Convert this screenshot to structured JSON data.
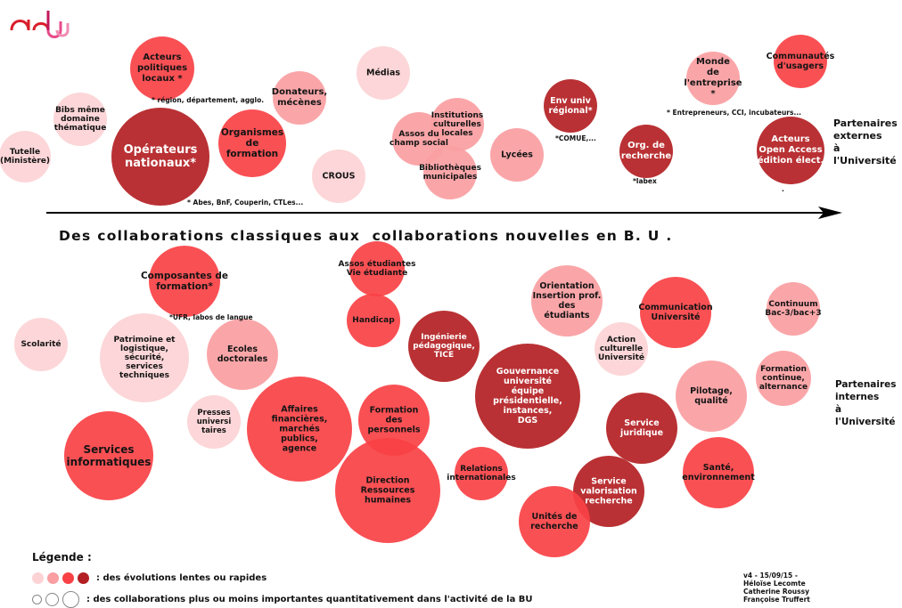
{
  "title": "Des collaborations classiques aux  collaborations nouvelles en B. U .",
  "external_label": "Partenaires\nexternes\nà l'Université",
  "internal_label": "Partenaires\ninternes\nà l'Université",
  "colors": {
    "very_light": "#fcd3d5",
    "light": "#fa9ea2",
    "medium": "#f84145",
    "dark": "#b31f23"
  },
  "bubbles_external": [
    {
      "id": "tutelle",
      "label": "Tutelle\n(Ministère)",
      "color": "very_light"
    },
    {
      "id": "bibs",
      "label": "Bibs même\ndomaine\nthématique",
      "color": "very_light"
    },
    {
      "id": "acteurs-politiques",
      "label": "Acteurs\npolitiques\nlocaux *",
      "color": "medium"
    },
    {
      "id": "operateurs",
      "label": "Opérateurs\nnationaux*",
      "color": "dark"
    },
    {
      "id": "organismes",
      "label": "Organismes\nde\nformation",
      "color": "medium"
    },
    {
      "id": "donateurs",
      "label": "Donateurs,\nmécènes",
      "color": "light"
    },
    {
      "id": "crous",
      "label": "CROUS",
      "color": "very_light"
    },
    {
      "id": "medias",
      "label": "Médias",
      "color": "very_light"
    },
    {
      "id": "assos-champ",
      "label": "Assos du\nchamp social",
      "color": "light"
    },
    {
      "id": "institutions",
      "label": "Institutions\nculturelles\nlocales",
      "color": "light"
    },
    {
      "id": "bibliotheques",
      "label": "Bibliothèques\nmunicipales",
      "color": "light"
    },
    {
      "id": "lycees",
      "label": "Lycées",
      "color": "light"
    },
    {
      "id": "env-univ",
      "label": "Env univ\nrégional*",
      "color": "dark"
    },
    {
      "id": "org-recherche",
      "label": "Org. de\nrecherche",
      "color": "dark"
    },
    {
      "id": "monde-entreprise",
      "label": "Monde\nde\nl'entreprise\n*",
      "color": "light"
    },
    {
      "id": "communautes",
      "label": "Communautés\nd'usagers",
      "color": "medium"
    },
    {
      "id": "open-access",
      "label": "Acteurs\nOpen Access\nédition élect.",
      "color": "dark"
    }
  ],
  "bubbles_internal": [
    {
      "id": "composantes",
      "label": "Composantes de\nformation*",
      "color": "medium"
    },
    {
      "id": "scolarite",
      "label": "Scolarité",
      "color": "very_light"
    },
    {
      "id": "patrimoine",
      "label": "Patrimoine et\nlogistique,\nsécurité,\nservices\ntechniques",
      "color": "very_light"
    },
    {
      "id": "ecoles",
      "label": "Ecoles\ndoctorales",
      "color": "light"
    },
    {
      "id": "presses",
      "label": "Presses\nuniversi\ntaires",
      "color": "very_light"
    },
    {
      "id": "services-info",
      "label": "Services\ninformatiques",
      "color": "medium"
    },
    {
      "id": "affaires",
      "label": "Affaires\nfinancières,\nmarchés\npublics,\nagence",
      "color": "medium"
    },
    {
      "id": "assos-etudiantes",
      "label": "Assos étudiantes\nVie étudiante",
      "color": "medium"
    },
    {
      "id": "handicap",
      "label": "Handicap",
      "color": "medium"
    },
    {
      "id": "ingenierie",
      "label": "Ingénierie\npédagogique,\nTICE",
      "color": "dark"
    },
    {
      "id": "formation-personnels",
      "label": "Formation\ndes\npersonnels",
      "color": "medium"
    },
    {
      "id": "direction-rh",
      "label": "Direction\nRessources\nhumaines",
      "color": "medium"
    },
    {
      "id": "relations-inter",
      "label": "Relations\ninternationales",
      "color": "medium"
    },
    {
      "id": "orientation",
      "label": "Orientation\nInsertion prof.\ndes\nétudiants",
      "color": "light"
    },
    {
      "id": "gouvernance",
      "label": "Gouvernance\nuniversité\néquipe\nprésidentielle,\ninstances,\nDGS",
      "color": "dark"
    },
    {
      "id": "communication",
      "label": "Communication\nUniversité",
      "color": "medium"
    },
    {
      "id": "action-culturelle",
      "label": "Action\nculturelle\nUniversité",
      "color": "very_light"
    },
    {
      "id": "continuum",
      "label": "Continuum\nBac-3/bac+3",
      "color": "light"
    },
    {
      "id": "formation-continue",
      "label": "Formation\ncontinue,\nalternance",
      "color": "light"
    },
    {
      "id": "pilotage",
      "label": "Pilotage,\nqualité",
      "color": "light"
    },
    {
      "id": "service-juridique",
      "label": "Service\njuridique",
      "color": "dark"
    },
    {
      "id": "valorisation",
      "label": "Service\nvalorisation\nrecherche",
      "color": "dark"
    },
    {
      "id": "unites-recherche",
      "label": "Unités de\nrecherche",
      "color": "medium"
    },
    {
      "id": "sante",
      "label": "Santé,\nenvironnement",
      "color": "medium"
    }
  ],
  "notes": {
    "region": "* région, département, agglo.",
    "abes": "* Abes, BnF, Couperin, CTLes...",
    "comue": "*COMUE,...",
    "labex": "*labex",
    "entrepreneurs": "* Entrepreneurs, CCI, incubateurs...",
    "dot": ".",
    "ufr": "*UFR, labos de langue"
  },
  "legend": {
    "title": "Légende :",
    "row1": ": des évolutions lentes ou rapides",
    "row2": ": des collaborations plus ou moins importantes quantitativement dans l'activité de la BU"
  },
  "credits": "v4 - 15/09/15 -\nHéloïse Lecomte\nCatherine Roussy\nFrançoise Truffert"
}
